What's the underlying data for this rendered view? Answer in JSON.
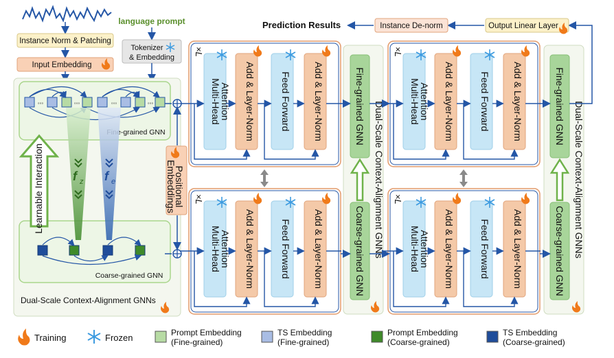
{
  "top": {
    "prediction_results": "Prediction Results",
    "instance_denorm": "Instance De-norm",
    "output_linear_layer": "Output Linear Layer",
    "language_prompt": "language prompt",
    "instance_norm_patching": "Instance Norm & Patching",
    "input_embedding": "Input Embedding",
    "tokenizer_line1": "Tokenizer",
    "tokenizer_line2": "& Embedding",
    "positional_line1": "Positional",
    "positional_line2": "Embeddings"
  },
  "left_panel": {
    "fine_gnn_label": "Fine-grained GNN",
    "coarse_gnn_label": "Coarse-grained GNN",
    "learnable_interaction": "Learnable Interaction",
    "fz": "f",
    "fz_sub": "z",
    "fe": "f",
    "fe_sub": "e",
    "dual_scale_title": "Dual-Scale Context-Alignment GNNs",
    "ellipsis": "◦◦◦"
  },
  "blocks": {
    "multi_head_line1": "Multi-Head",
    "multi_head_line2": "Attention",
    "add_layer_norm": "Add & Layer-Norm",
    "feed_forward": "Feed Forward",
    "repeat_label": "×L"
  },
  "side_gnn": {
    "fine_grained": "Fine-grained GNN",
    "coarse_grained": "Coarse-grained GNN",
    "dual_scale_vertical": "Dual-Scale Context-Alignment GNNs"
  },
  "legend": {
    "training": "Training",
    "frozen": "Frozen",
    "prompt_fine_l1": "Prompt Embedding",
    "prompt_fine_l2": "(Fine-grained)",
    "ts_fine_l1": "TS Embedding",
    "ts_fine_l2": "(Fine-grained)",
    "prompt_coarse_l1": "Prompt Embedding",
    "prompt_coarse_l2": "(Coarse-grained)",
    "ts_coarse_l1": "TS Embedding",
    "ts_coarse_l2": "(Coarse-grained)"
  },
  "colors": {
    "prompt_fine": "#b7dba4",
    "ts_fine": "#a9bde4",
    "prompt_coarse": "#3f8a2a",
    "ts_coarse": "#1f4d9a",
    "attention_box": "#c7e6f6",
    "addnorm_box": "#f4c9a8",
    "gnn_box": "#a8d59a",
    "arrow_blue": "#2456a6",
    "flame": "#f07a1a",
    "snow": "#3d9be0"
  }
}
